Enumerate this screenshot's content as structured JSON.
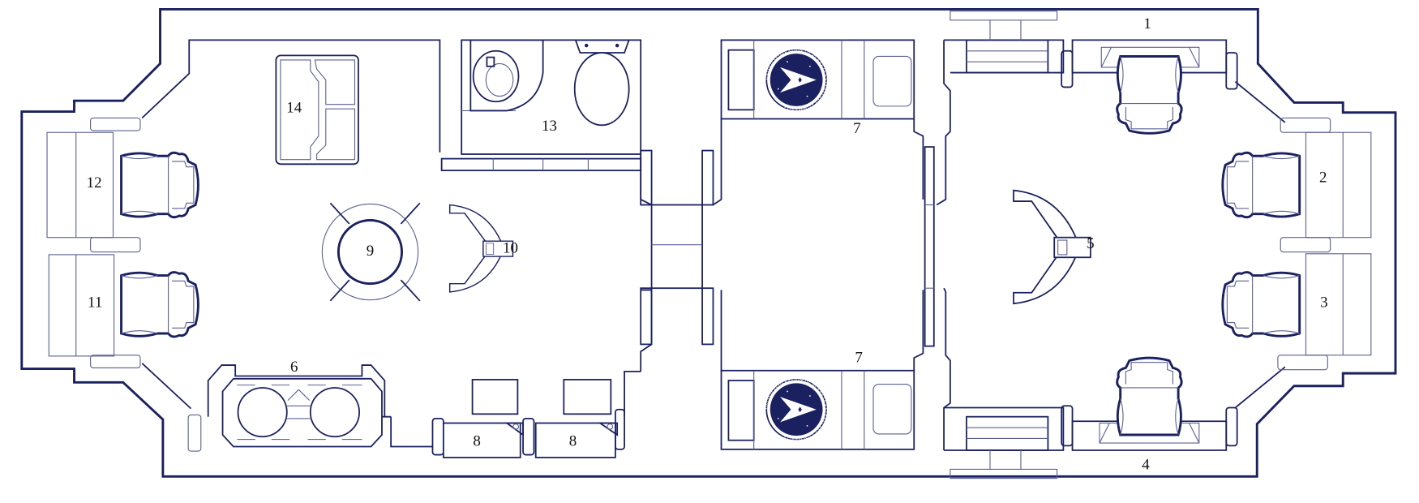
{
  "title": "Shuttle floor plan",
  "colors": {
    "wall": "#1b2160",
    "detail": "#5b6192"
  },
  "labels": {
    "l1": "1",
    "l2": "2",
    "l3": "3",
    "l4": "4",
    "l5": "5",
    "l6": "6",
    "l7a": "7",
    "l7b": "7",
    "l8a": "8",
    "l8b": "8",
    "l9": "9",
    "l10": "10",
    "l11": "11",
    "l12": "12",
    "l13": "13",
    "l14": "14"
  },
  "seal": {
    "text": "UNITED FEDERATION OF PLANETS • STARFLEET COMMAND •"
  }
}
